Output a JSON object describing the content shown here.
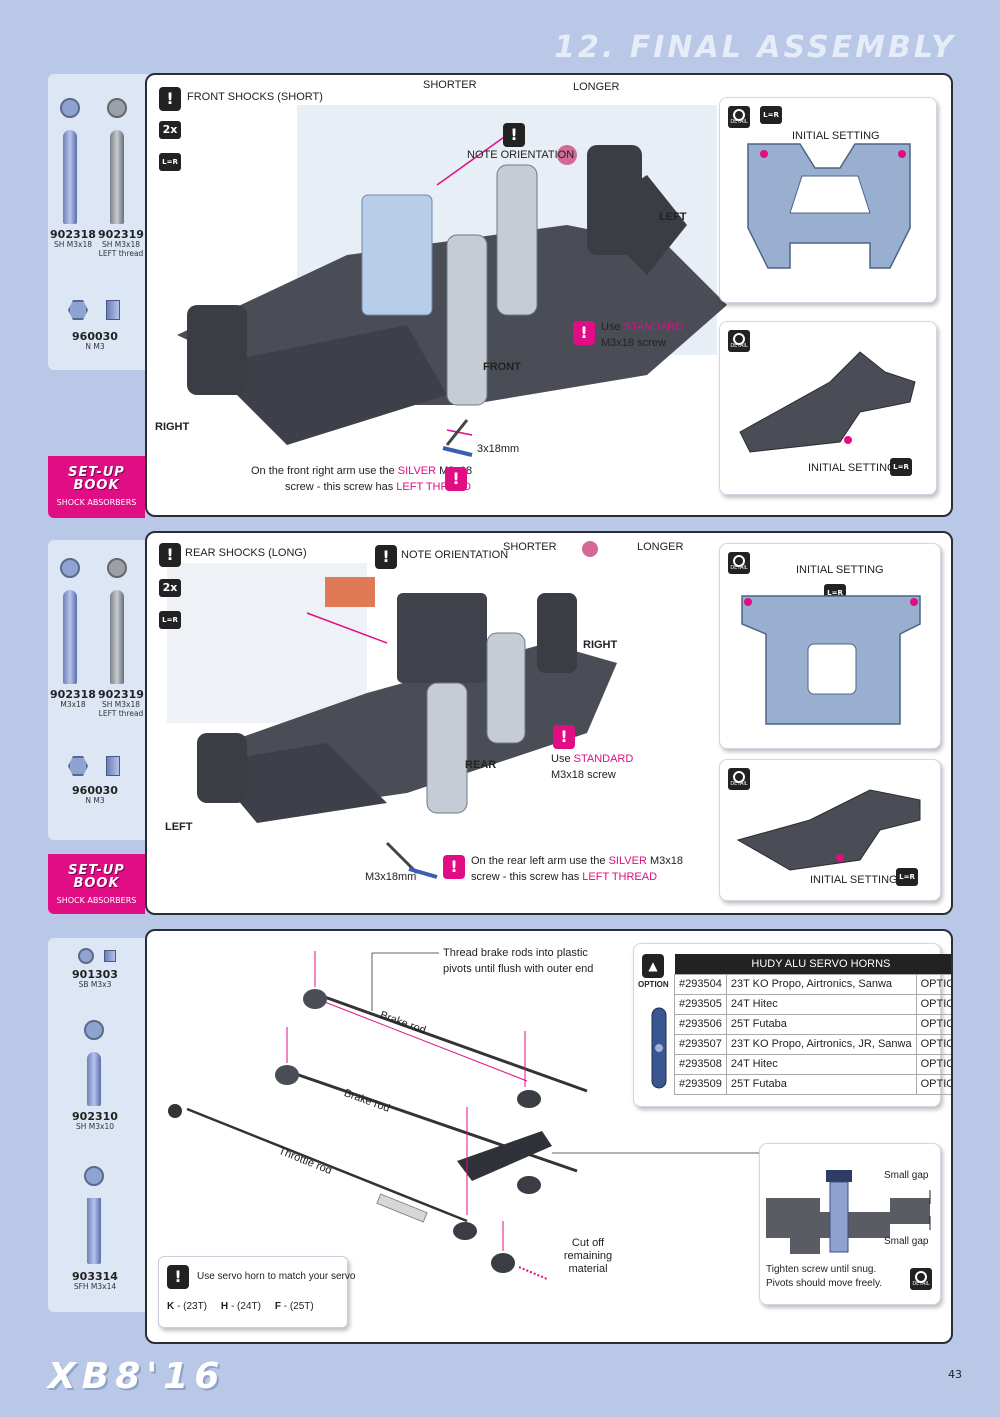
{
  "page_title": "12. FINAL ASSEMBLY",
  "logo": "XB8'16",
  "page_number": "43",
  "step1": {
    "parts": [
      {
        "num": "902318",
        "desc": "SH M3x18"
      },
      {
        "num": "902319",
        "desc": "SH M3x18",
        "desc2": "LEFT thread"
      },
      {
        "num": "960030",
        "desc": "N M3"
      }
    ],
    "setup_book": {
      "line1": "SET-UP",
      "line2": "BOOK",
      "sub": "SHOCK ABSORBERS"
    },
    "heading": "FRONT SHOCKS (SHORT)",
    "qty_badge": "2x",
    "lr_badge": "L=R",
    "warn_icon": "!",
    "shorter": "SHORTER",
    "longer": "LONGER",
    "note_orientation": "NOTE ORIENTATION",
    "left_label": "LEFT",
    "front_label": "FRONT",
    "right_label": "RIGHT",
    "use_label": "Use",
    "standard": "STANDARD",
    "screw_spec": "M3x18 screw",
    "bolt_label": "3x18mm",
    "note_line1_a": "On the front right arm use the",
    "silver": "SILVER",
    "note_line1_b": "M3x18",
    "note_line2_a": "screw - this screw has",
    "left_thread": "LEFT THREAD",
    "detail1_caption": "INITIAL SETTING",
    "detail2_caption": "INITIAL SETTING"
  },
  "step2": {
    "parts": [
      {
        "num": "902318",
        "desc": "M3x18"
      },
      {
        "num": "902319",
        "desc": "SH M3x18",
        "desc2": "LEFT thread"
      },
      {
        "num": "960030",
        "desc": "N M3"
      }
    ],
    "setup_book": {
      "line1": "SET-UP",
      "line2": "BOOK",
      "sub": "SHOCK ABSORBERS"
    },
    "heading": "REAR SHOCKS (LONG)",
    "qty_badge": "2x",
    "lr_badge": "L=R",
    "shorter": "SHORTER",
    "longer": "LONGER",
    "note_orientation": "NOTE ORIENTATION",
    "right_label": "RIGHT",
    "rear_label": "REAR",
    "left_label": "LEFT",
    "use_label": "Use",
    "standard": "STANDARD",
    "screw_spec": "M3x18 screw",
    "bolt_label": "M3x18mm",
    "note_line1_a": "On the rear left arm use the",
    "silver": "SILVER",
    "note_line1_b": "M3x18",
    "note_line2_a": "screw - this screw has",
    "left_thread": "LEFT THREAD",
    "detail1_caption": "INITIAL SETTING",
    "detail2_caption": "INITIAL SETTING"
  },
  "step3": {
    "parts": [
      {
        "num": "901303",
        "desc": "SB M3x3"
      },
      {
        "num": "902310",
        "desc": "SH M3x10"
      },
      {
        "num": "903314",
        "desc": "SFH M3x14"
      }
    ],
    "thread_note_1": "Thread brake rods into plastic",
    "thread_note_2": "pivots until flush with outer end",
    "brake_rod": "Brake rod",
    "throttle_rod": "Throttle rod",
    "cut_off_1": "Cut off",
    "cut_off_2": "remaining",
    "cut_off_3": "material",
    "option_label": "OPTION",
    "table": {
      "title": "HUDY ALU SERVO HORNS",
      "rows": [
        {
          "code": "#293504",
          "desc": "23T KO Propo, Airtronics, Sanwa",
          "tag": "OPTION"
        },
        {
          "code": "#293505",
          "desc": "24T Hitec",
          "tag": "OPTION"
        },
        {
          "code": "#293506",
          "desc": "25T Futaba",
          "tag": "OPTION"
        },
        {
          "code": "#293507",
          "desc": "23T KO Propo, Airtronics, JR, Sanwa",
          "tag": "OPTION"
        },
        {
          "code": "#293508",
          "desc": "24T Hitec",
          "tag": "OPTION"
        },
        {
          "code": "#293509",
          "desc": "25T Futaba",
          "tag": "OPTION"
        }
      ]
    },
    "small_gap_top": "Small gap",
    "small_gap_bottom": "Small gap",
    "tighten_1": "Tighten screw until snug.",
    "tighten_2": "Pivots should move freely.",
    "servo_note": "Use servo horn to match your servo",
    "horn_k": "K",
    "horn_k_val": "- (23T)",
    "horn_h": "H",
    "horn_h_val": "- (24T)",
    "horn_f": "F",
    "horn_f_val": "- (25T)",
    "detail_text": "DETAIL"
  },
  "colors": {
    "accent": "#e10d84",
    "background": "#b8c8e6",
    "part_blue": "#8fa3d3",
    "dark": "#222222"
  }
}
